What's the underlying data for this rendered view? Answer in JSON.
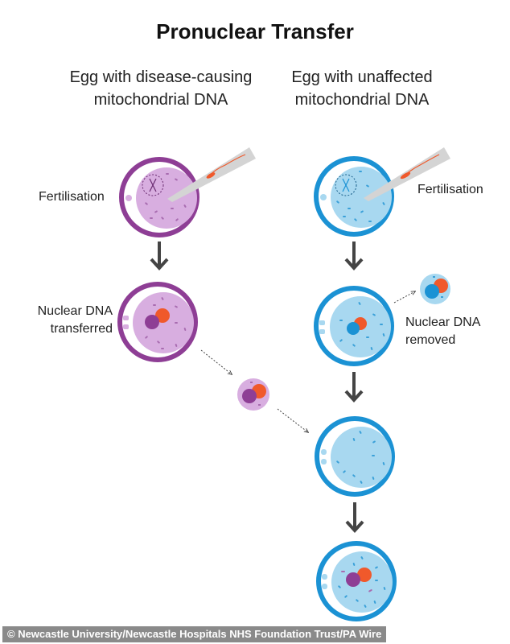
{
  "title": "Pronuclear Transfer",
  "columns": {
    "left": {
      "line1": "Egg with disease-causing",
      "line2": "mitochondrial DNA"
    },
    "right": {
      "line1": "Egg with unaffected",
      "line2": "mitochondrial DNA"
    }
  },
  "labels": {
    "left_fertilisation": "Fertilisation",
    "right_fertilisation": "Fertilisation",
    "transferred_line1": "Nuclear DNA",
    "transferred_line2": "transferred",
    "removed_line1": "Nuclear DNA",
    "removed_line2": "removed"
  },
  "colors": {
    "purple_ring": "#8e3e95",
    "purple_fill": "#d8aee0",
    "purple_nucleus": "#8e3e95",
    "blue_ring": "#1b92d4",
    "blue_fill": "#a8d8f0",
    "blue_nucleus": "#1b92d4",
    "orange_nucleus": "#f0592b",
    "arrow": "#444444"
  },
  "credit": "© Newcastle University/Newcastle Hospitals NHS Foundation Trust/PA Wire"
}
